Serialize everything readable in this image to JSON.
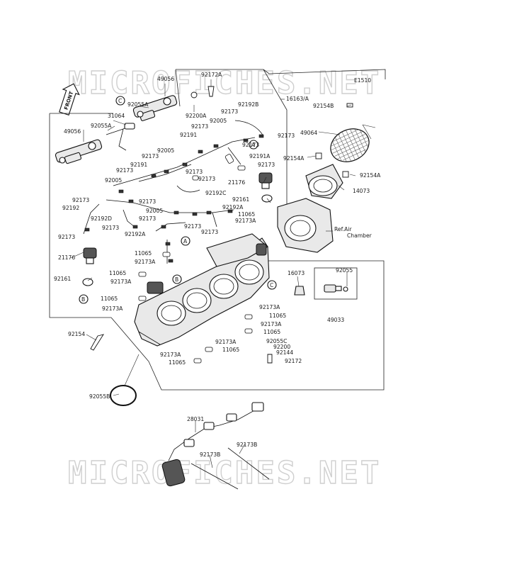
{
  "watermark_top": "MICROFICHES.NET",
  "watermark_bottom": "MICROFICHES.NET",
  "diagram_code": "E1510",
  "front_marker": "FRONT",
  "reference_note": [
    "Ref.Air",
    "Chamber"
  ],
  "callouts": [
    "A",
    "B",
    "C"
  ],
  "labels": [
    "49056",
    "92172A",
    "16163/A",
    "92055A",
    "92200A",
    "31064",
    "92173",
    "92192B",
    "92005",
    "92055A",
    "92173",
    "49056",
    "92191",
    "92173",
    "92005",
    "92173",
    "92191A",
    "92173",
    "92191",
    "92173",
    "92173",
    "92005",
    "92173",
    "92173",
    "92192C",
    "21176",
    "92173",
    "92161",
    "92192",
    "92173",
    "92005",
    "92192A",
    "11065",
    "92192D",
    "92173",
    "92173",
    "92173A",
    "92173",
    "92192A",
    "92173",
    "92173",
    "21176",
    "11065",
    "92173A",
    "92161",
    "11065",
    "92173A",
    "11065",
    "92173A",
    "92154",
    "92055B",
    "16073",
    "92055",
    "49033",
    "92173A",
    "11065",
    "92173A",
    "11065",
    "92055C",
    "92200",
    "92144",
    "92172",
    "92173A",
    "11065",
    "92173A",
    "11065",
    "92154B",
    "49064",
    "92154A",
    "92154A",
    "14073",
    "28031",
    "92173B",
    "92173B"
  ]
}
